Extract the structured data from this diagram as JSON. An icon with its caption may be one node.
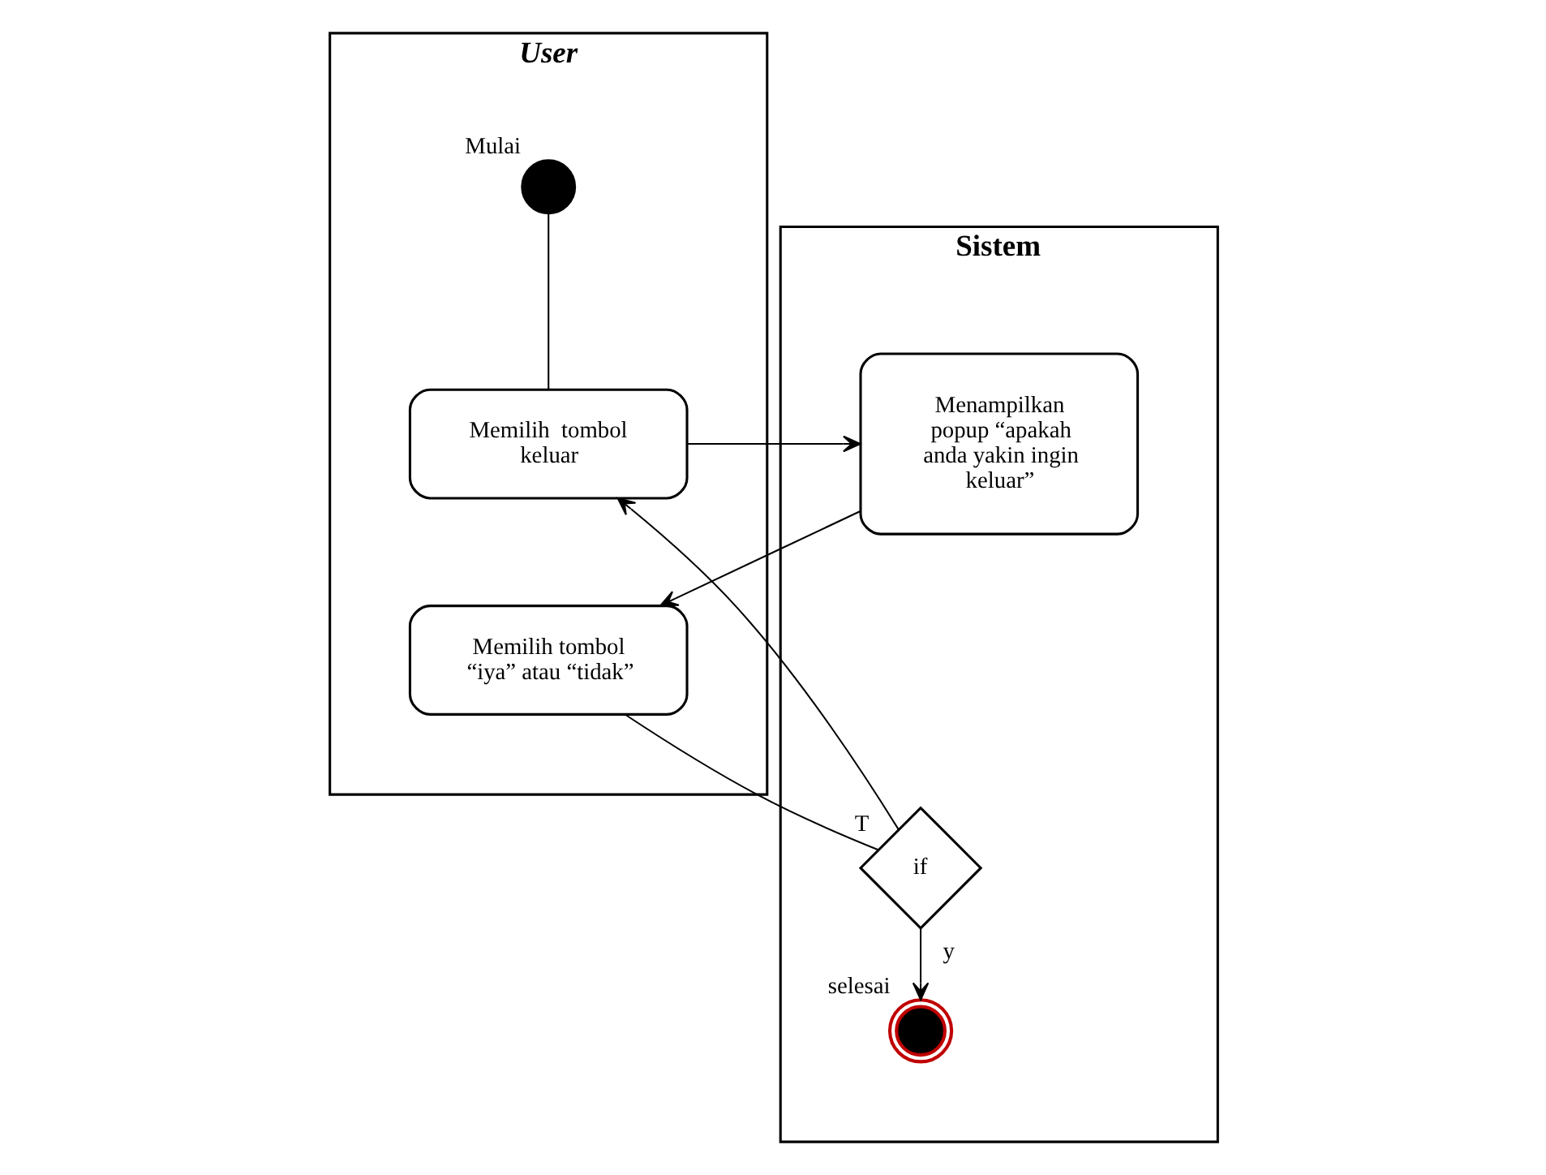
{
  "diagram": {
    "nodes": [
      {
        "text": [
          "User"
        ]
      },
      {
        "text": [
          "Sistem"
        ]
      },
      {
        "text": [],
        "shape": "circle",
        "in": 0,
        "beside": [
          "Mulai"
        ]
      },
      {
        "text": [
          "Memilih  tombol keluar"
        ],
        "in": 0
      },
      {
        "text": [
          "Memilih tombol “iya” atau “tidak”"
        ],
        "in": 0
      },
      {
        "text": [
          "Menampilkan popup “apakah anda yakin ingin keluar”"
        ],
        "in": 1
      },
      {
        "text": [
          "if"
        ],
        "in": 1
      },
      {
        "text": [],
        "shape": "circle",
        "in": 1,
        "beside": [
          "selesai"
        ]
      }
    ],
    "edges": [
      {
        "from": 2,
        "to": 3,
        "arrow": "none"
      },
      {
        "from": 3,
        "to": 5,
        "arrow": "to"
      },
      {
        "from": 5,
        "to": 4,
        "arrow": "to"
      },
      {
        "from": 4,
        "to": 6,
        "arrow": "none"
      },
      {
        "from": 6,
        "to": 3,
        "arrow": "to",
        "label": "T"
      },
      {
        "from": 6,
        "to": 7,
        "arrow": "to",
        "label": "y"
      }
    ]
  }
}
